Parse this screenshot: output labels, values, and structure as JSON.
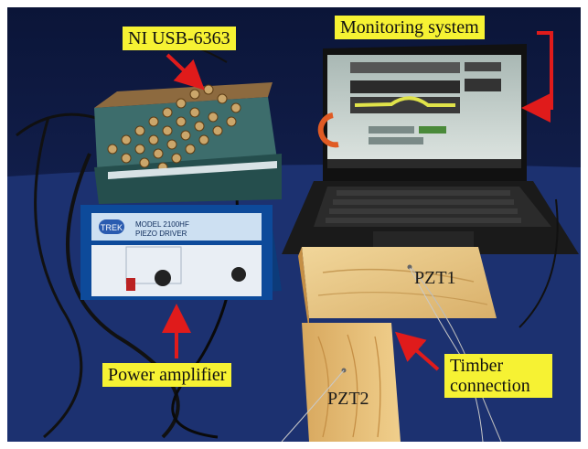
{
  "labels": {
    "daq": "NI USB-6363",
    "monitoring": "Monitoring system",
    "amplifier": "Power amplifier",
    "timber_line1": "Timber",
    "timber_line2": "connection",
    "pzt1": "PZT1",
    "pzt2": "PZT2"
  },
  "device_text": {
    "brand": "TREK",
    "model": "MODEL 2100HF",
    "product": "PIEZO DRIVER"
  },
  "colors": {
    "label_bg": "#f6f233",
    "arrow": "#e01b1b",
    "background": "#0f1b3f",
    "timber": "#e8c784"
  }
}
